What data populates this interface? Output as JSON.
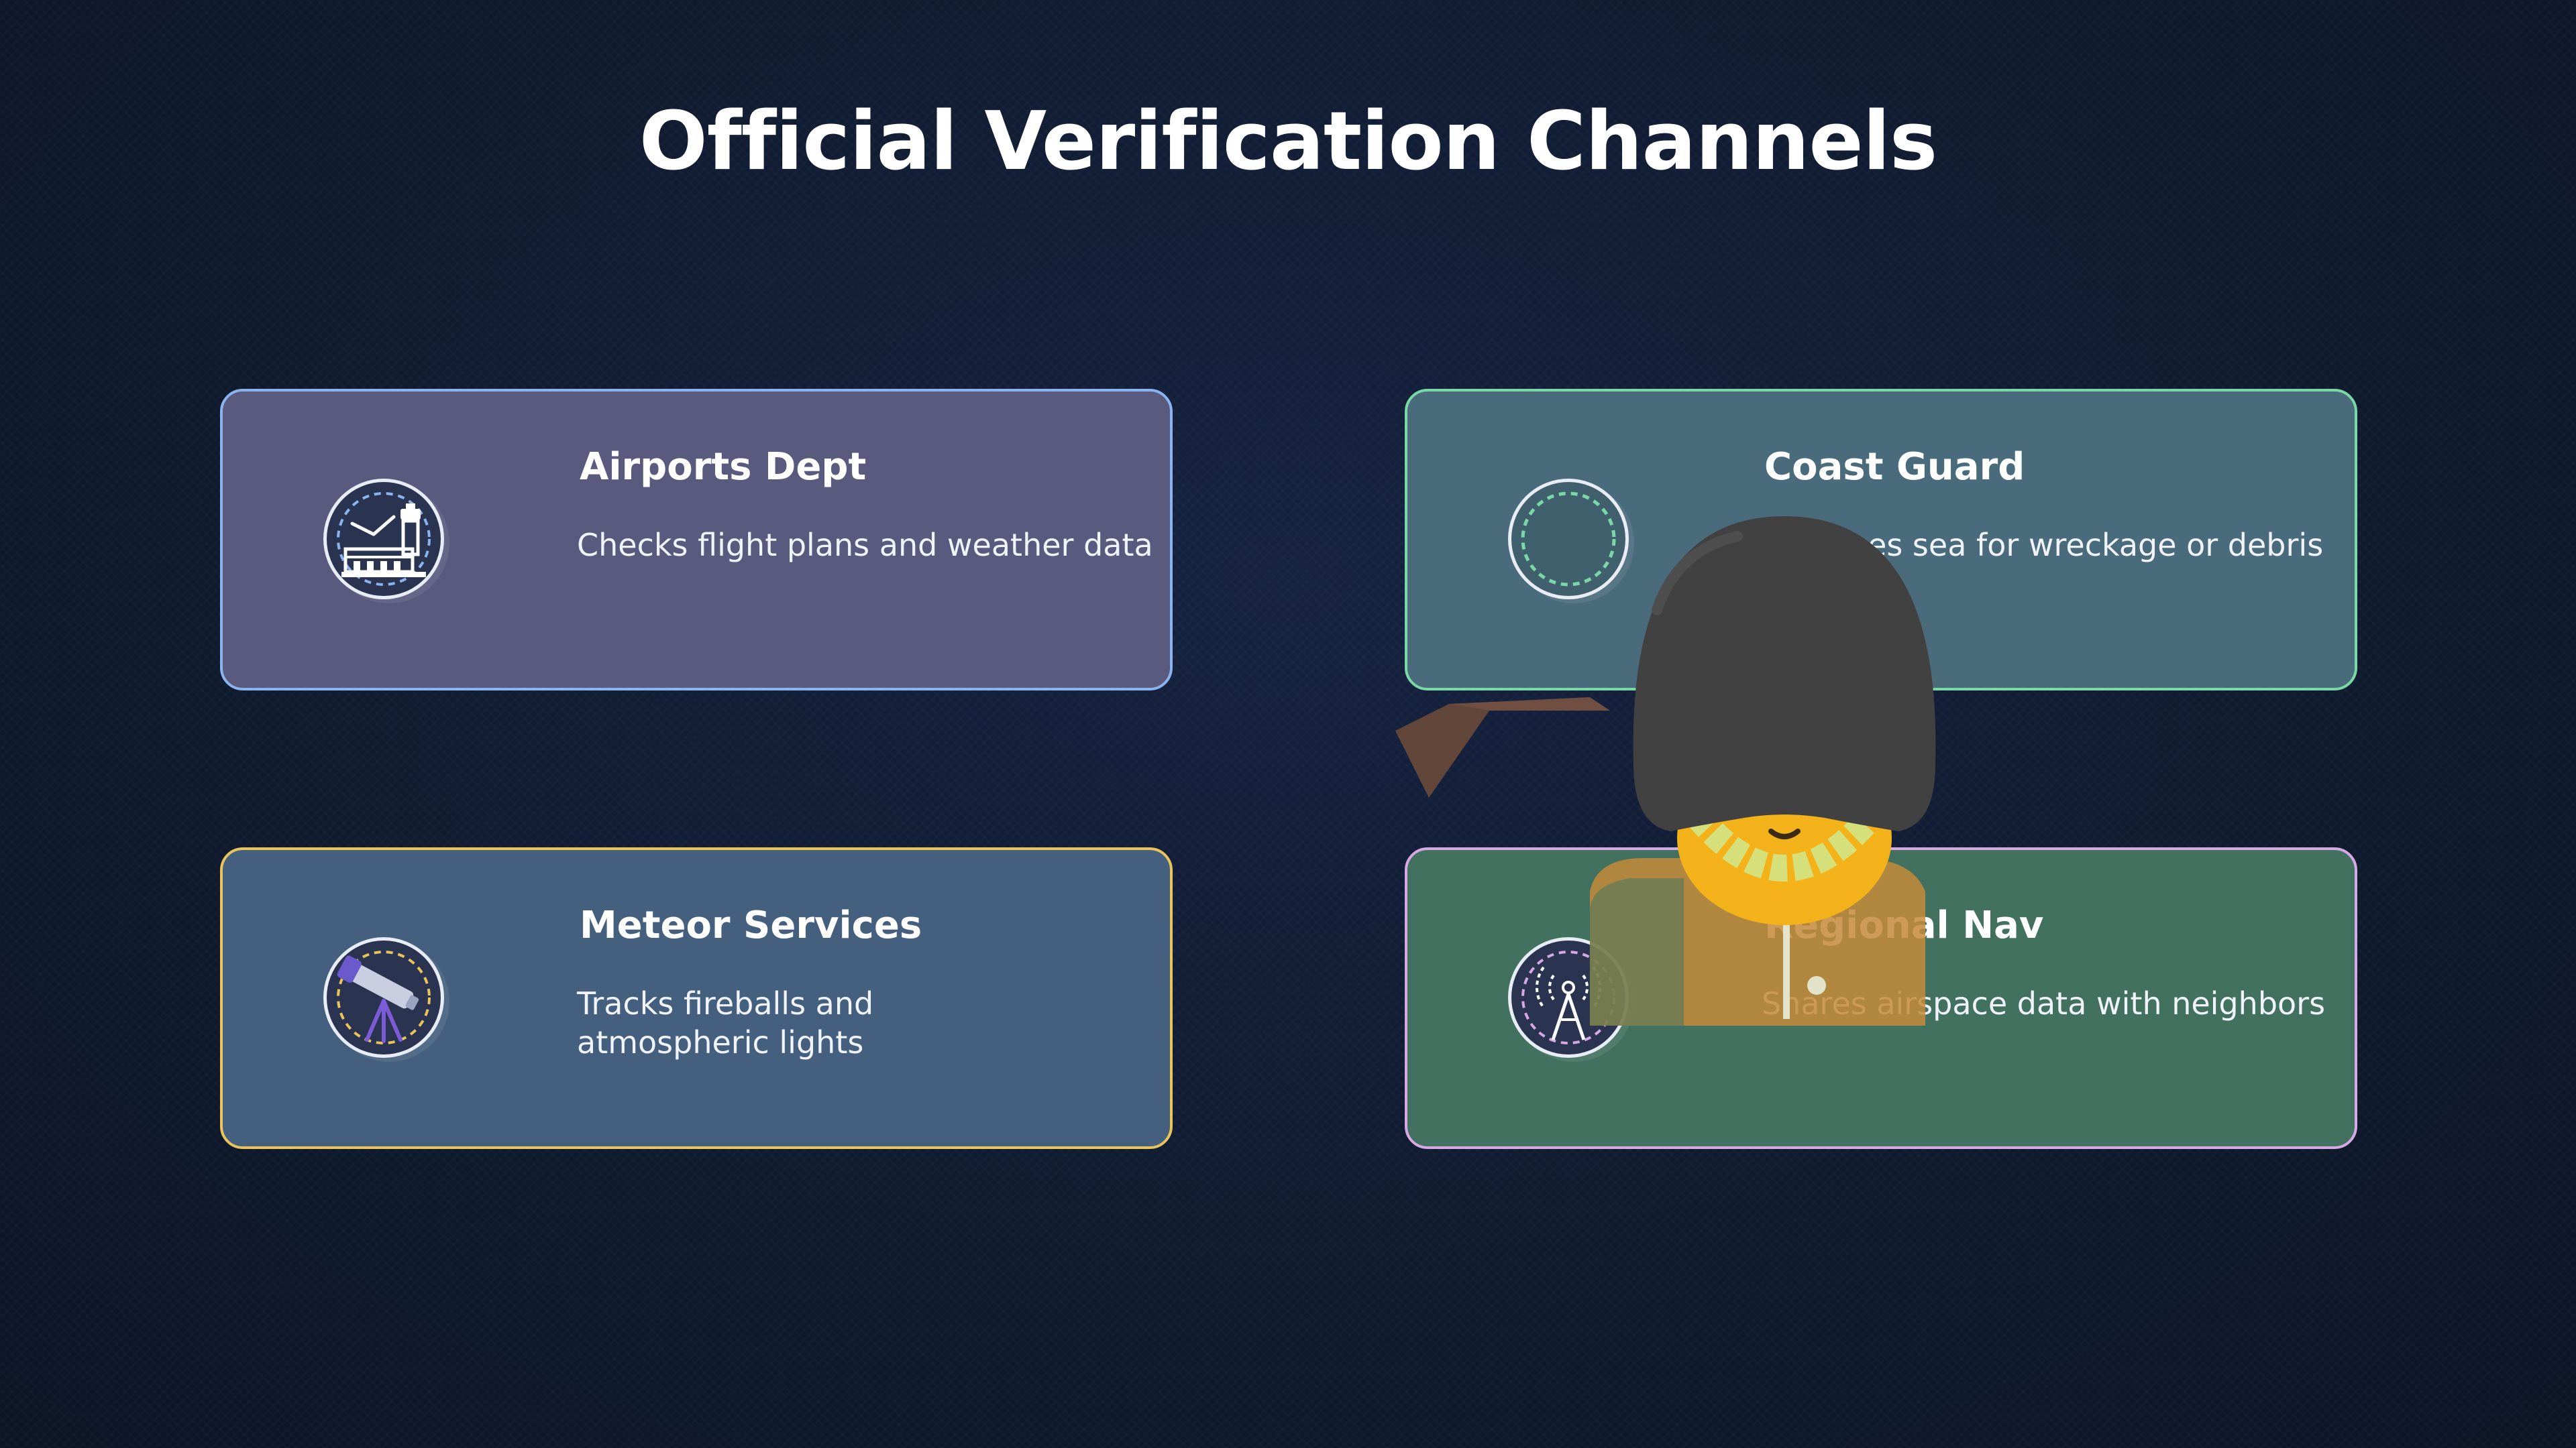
{
  "page": {
    "title": "Official Verification Channels"
  },
  "cards": [
    {
      "title": "Airports Dept",
      "description": "Checks flight plans and weather data",
      "icon": "airport-tower-icon",
      "accent": "#8ab4f0"
    },
    {
      "title": "Coast Guard",
      "description": "Searches sea for wreckage or debris",
      "icon": "coast-guard-icon",
      "accent": "#7ad8a6"
    },
    {
      "title": "Meteor Services",
      "description": "Tracks fireballs and atmospheric lights",
      "icon": "telescope-icon",
      "accent": "#e8c45a"
    },
    {
      "title": "Regional Nav",
      "description": "Shares airspace data with neighbors",
      "icon": "radio-tower-icon",
      "accent": "#d6a8e4"
    }
  ],
  "overlay": {
    "icon": "royal-guard-emoji"
  },
  "colors": {
    "background": "#0f1a2e",
    "title": "#ffffff"
  }
}
